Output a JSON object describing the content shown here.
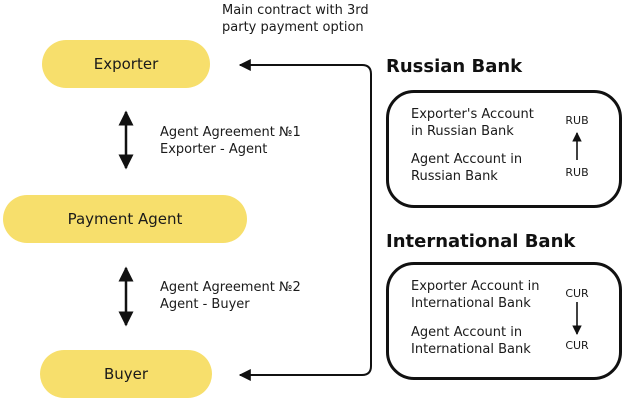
{
  "contract_note": "Main contract with 3rd\nparty payment option",
  "parties": {
    "exporter": "Exporter",
    "payment_agent": "Payment Agent",
    "buyer": "Buyer"
  },
  "agreements": [
    {
      "text": "Agent Agreement №1\nExporter - Agent"
    },
    {
      "text": "Agent Agreement №2\nAgent - Buyer"
    }
  ],
  "banks": [
    {
      "name": "Russian Bank",
      "top_account": "Exporter's Account\nin Russian Bank",
      "bottom_account": "Agent Account in\nRussian Bank",
      "top_currency": "RUB",
      "bottom_currency": "RUB",
      "flow": "up"
    },
    {
      "name": "International Bank",
      "top_account": "Exporter Account in\nInternational Bank",
      "bottom_account": "Agent Account in\nInternational Bank",
      "top_currency": "CUR",
      "bottom_currency": "CUR",
      "flow": "down"
    }
  ],
  "colors": {
    "pill": "#f7df6c",
    "line": "#111111"
  }
}
